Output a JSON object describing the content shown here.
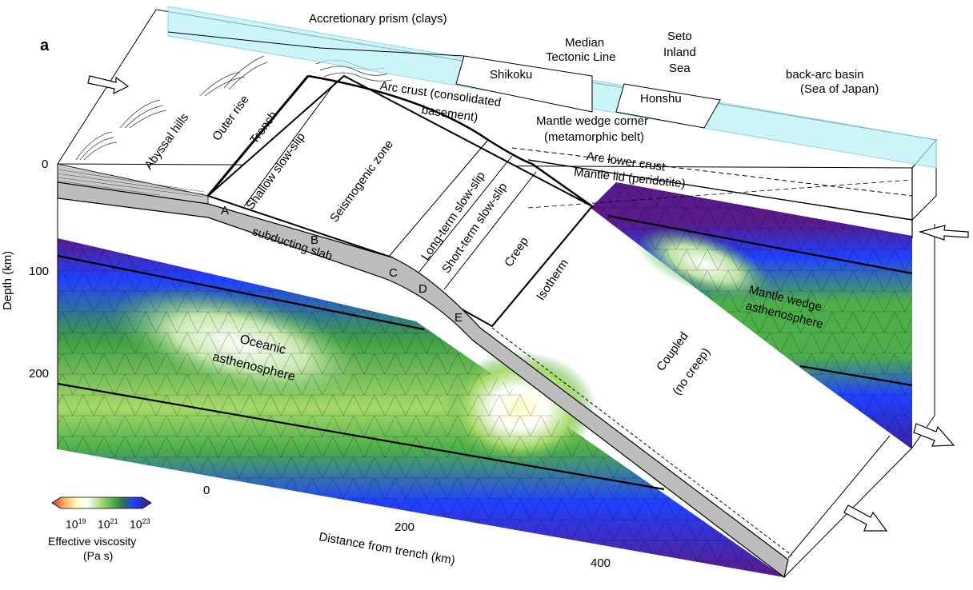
{
  "panel_label": "a",
  "depth_axis": {
    "title": "Depth (km)",
    "ticks": [
      "0",
      "100",
      "200"
    ]
  },
  "distance_axis": {
    "title": "Distance from trench (km)",
    "ticks": [
      "0",
      "200",
      "400"
    ]
  },
  "colorbar": {
    "title_line1": "Effective viscosity",
    "title_line2": "(Pa s)",
    "ticks": [
      {
        "base": "10",
        "exp": "19"
      },
      {
        "base": "10",
        "exp": "21"
      },
      {
        "base": "10",
        "exp": "23"
      }
    ],
    "colors": [
      "#d7301f",
      "#fdae61",
      "#ffffbf",
      "#ffffff",
      "#a6d96a",
      "#4daf4a",
      "#2f6f4f",
      "#2040ff",
      "#2c2cb0",
      "#5a1a8a"
    ]
  },
  "labels": {
    "accretionary_prism": "Accretionary prism (clays)",
    "median_tectonic_line_1": "Median",
    "median_tectonic_line_2": "Tectonic Line",
    "seto_1": "Seto",
    "seto_2": "Inland",
    "seto_3": "Sea",
    "back_arc_1": "back-arc basin",
    "back_arc_2": "(Sea of Japan)",
    "shikoku": "Shikoku",
    "honshu": "Honshu",
    "arc_crust_1": "Arc crust (consolidated",
    "arc_crust_2": "basement)",
    "mantle_wedge_corner_1": "Mantle wedge corner",
    "mantle_wedge_corner_2": "(metamorphic belt)",
    "arc_lower_crust": "Arc lower crust",
    "mantle_lid": "Mantle lid (peridotite)",
    "abyssal_hills": "Abyssal hills",
    "outer_rise": "Outer rise",
    "trench": "Trench",
    "shallow_slow_slip": "Shallow slow-slip",
    "seismogenic_zone": "Seismogenic zone",
    "long_term_slow_slip": "Long-term slow-slip",
    "short_term_slow_slip": "Short-term slow-slip",
    "creep": "Creep",
    "isotherm": "Isotherm",
    "subducting_slab": "subducting slab",
    "oceanic_1": "Oceanic",
    "oceanic_2": "asthenosphere",
    "mantle_wedge_1": "Mantle wedge",
    "mantle_wedge_2": "asthenosphere",
    "coupled_1": "Coupled",
    "coupled_2": "(no creep)",
    "point_a": "A",
    "point_b": "B",
    "point_c": "C",
    "point_d": "D",
    "point_e": "E"
  }
}
